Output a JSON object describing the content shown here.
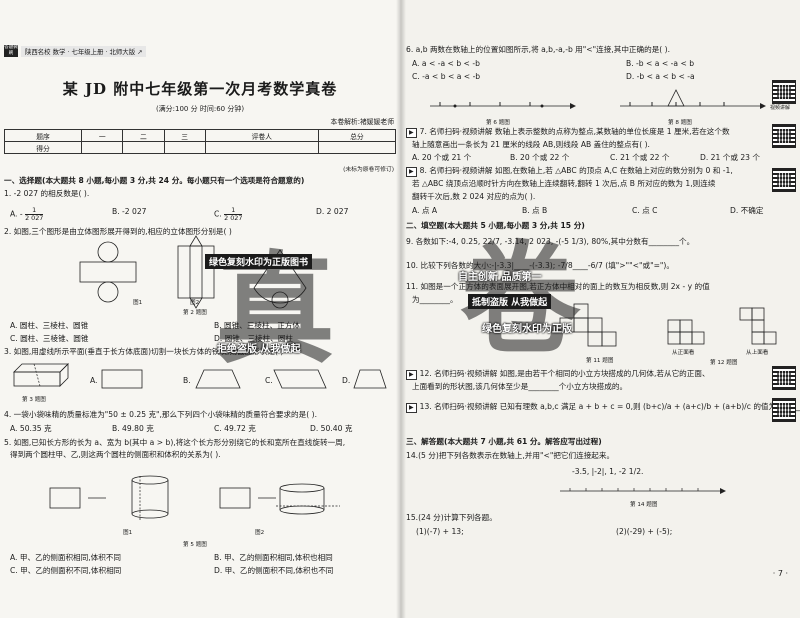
{
  "header": {
    "logo": "答题微刷",
    "strip": "陕西名校  数学 · 七年级上册 · 北师大版 ↗"
  },
  "exam": {
    "title": "某 JD 附中七年级第一次月考数学真卷",
    "sub": "(满分:100 分  时间:60 分钟)",
    "analyst": "本卷解析:褚媛媛老师",
    "note": "(未标为原卷可修订)"
  },
  "score_table": {
    "headers": [
      "题序",
      "一",
      "二",
      "三",
      "评卷人",
      "总分"
    ],
    "row_label": "得分"
  },
  "left": {
    "s1": "一、选择题(本大题共 8 小题,每小题 3 分,共 24 分。每小题只有一个选项是符合题意的)",
    "q1": "1. -2 027 的相反数是(     ).",
    "q1_a": "A. -",
    "q1_a_frac": "1/2 027",
    "q1_b": "B. -2 027",
    "q1_c": "C.",
    "q1_d": "D. 2 027",
    "q2": "2. 如图,三个图形是由立体图形展开得到的,相应的立体图形分别是(     )",
    "q2_fig1": "图1",
    "q2_fig2": "图2",
    "q2_cap": "第 2 题图",
    "q2_a": "A. 圆柱、三棱柱、圆锥",
    "q2_b": "B. 圆锥、三棱柱、正方体",
    "q2_c": "C. 圆柱、三棱锥、圆锥",
    "q2_d": "D. 圆锥、三棱柱、圆柱",
    "q3": "3. 如图,用虚线所示平面(垂直于长方体底面)切割一块长方体的铁块,则截面形状是(     )",
    "q3_cap": "第 3 题图",
    "q3_a": "A.",
    "q3_b": "B.",
    "q3_c": "C.",
    "q3_d": "D.",
    "q4": "4. 一袋小袋味精的质量标准为\"50 ± 0.25 克\",那么下列四个小袋味精的质量符合要求的是(     ).",
    "q4_a": "A. 50.35 克",
    "q4_b": "B. 49.80 克",
    "q4_c": "C. 49.72 克",
    "q4_d": "D. 50.40 克",
    "q5_l1": "5. 如图,已知长方形的长为 a、宽为 b(其中 a > b),将这个长方形分别绕它的长和宽所在直线旋转一周,",
    "q5_l2": "得到两个圆柱甲、乙,则这两个圆柱的侧面积和体积的关系为(     ).",
    "q5_fig1": "图1",
    "q5_fig2": "图2",
    "q5_cap": "第 5 题图",
    "q5_a": "A. 甲、乙的侧面积相同,体积不同",
    "q5_b": "B. 甲、乙的侧面积相同,体积也相同",
    "q5_c": "C. 甲、乙的侧面积不同,体积相同",
    "q5_d": "D. 甲、乙的侧面积不同,体积也不同"
  },
  "right": {
    "q6": "6. a,b 两数在数轴上的位置如图所示,将 a,b,-a,-b 用\"<\"连接,其中正确的是(     ).",
    "q6_a": "A. a < -a < b < -b",
    "q6_b": "B. -b < a < -a < b",
    "q6_c": "C. -a < b < a < -b",
    "q6_d": "D. -b < a < b < -a",
    "q6_cap": "第 6 题图",
    "q7_cap_fig": "第 8 题图",
    "q7_l1": "7. 名师扫码·视频讲解 数轴上表示整数的点称为整点,某数轴的单位长度是 1 厘米,若在这个数",
    "q7_l2": "轴上随意画出一条长为 21 厘米的线段 AB,则线段 AB 盖住的整点有(     ).",
    "q7_a": "A. 20 个或 21 个",
    "q7_b": "B. 20 个或 22 个",
    "q7_c": "C. 21 个或 22 个",
    "q7_d": "D. 21 个或 23 个",
    "q8_l1": "8. 名师扫码·视频讲解 如图,在数轴上,若 △ABC 的顶点 A,C 在数轴上对应的数分别为 0 和 -1,",
    "q8_l2": "若 △ABC 绕顶点沿顺时针方向在数轴上连续翻转,翻转 1 次后,点 B 所对应的数为 1,则连续",
    "q8_l3": "翻转千次后,数 2 024 对应的点为(     ).",
    "q8_a": "A. 点 A",
    "q8_b": "B. 点 B",
    "q8_c": "C. 点 C",
    "q8_d": "D. 不确定",
    "s2": "二、填空题(本大题共 5 小题,每小题 3 分,共 15 分)",
    "q9": "9. 各数如下:-4, 0.25, 22/7, -3.14, 2 023, -(-5 1/3), 80%,其中分数有________个。",
    "q10": "10. 比较下列各数的大小:-|-3.3|____-(-3.3);  -7/8____-6/7 (填\">\"\"<\"或\"=\")。",
    "q11_l1": "11. 如图是一个正方体的表面展开图,若正方体中相对的面上的数互为相反数,则 2x - y 的值",
    "q11_l2": "为________。",
    "q11_cap": "第 11 题图",
    "q12_front": "从正面看",
    "q12_top": "从上面看",
    "q12_cap": "第 12 题图",
    "q12_l1": "12. 名师扫码·视频讲解 如图,是由若干个相同的小立方块搭成的几何体,若从它的正面、",
    "q12_l2": "上面看到的形状图,该几何体至少是________个小立方块搭成的。",
    "q13": "13. 名师扫码·视频讲解 已知有理数 a,b,c 满足 a + b + c = 0,则 (b+c)/a + (a+c)/b + (a+b)/c 的值为________。",
    "s3": "三、解答题(本大题共 7 小题,共 61 分。解答应写出过程)",
    "q14": "14.(5 分)把下列各数表示在数轴上,并用\"<\"把它们连接起来。",
    "q14_nums": "-3.5, |-2|, 1, -2 1/2.",
    "q14_cap": "第 14 题图",
    "q15": "15.(24 分)计算下列各题。",
    "q15_1": "(1)(-7) + 13;",
    "q15_2": "(2)(-29) + (-5);",
    "qr_cap": "视频讲解",
    "page": "· 7 ·"
  },
  "watermark": {
    "a": "绿色复刻水印为正版图书",
    "b": "拒绝盗版  从我做起",
    "c": "自主创新  品质第一",
    "d": "抵制盗版  从我做起",
    "e": "绿色复刻水印为正版",
    "big_left": "真",
    "big_right": "卷"
  }
}
